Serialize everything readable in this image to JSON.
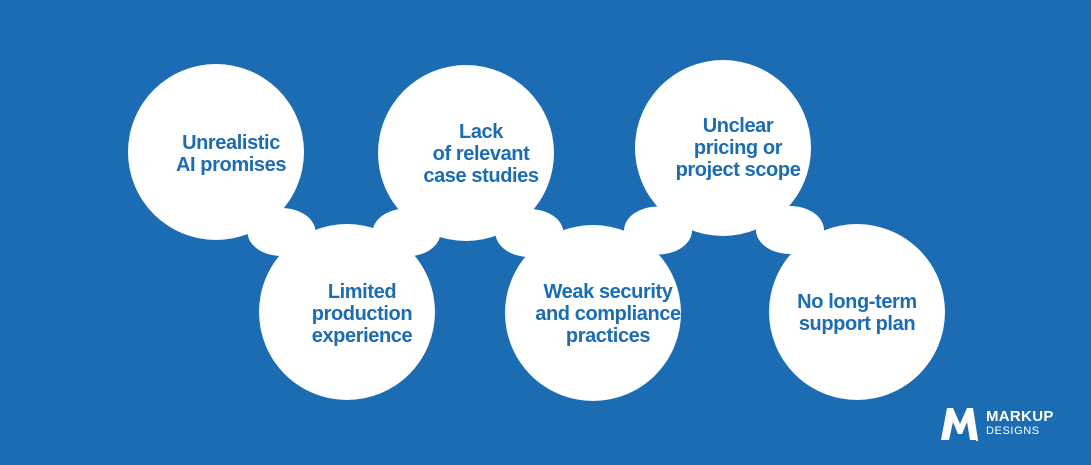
{
  "diagram": {
    "background_color": "#1b6cb3",
    "bubble_color": "#ffffff",
    "text_color": "#1b6cb3",
    "bubbles": [
      {
        "id": "unrealistic-ai-promises",
        "lines": [
          "Unrealistic",
          "AI promises"
        ]
      },
      {
        "id": "limited-production-experience",
        "lines": [
          "Limited",
          "production",
          "experience"
        ]
      },
      {
        "id": "lack-of-relevant-case-studies",
        "lines": [
          "Lack",
          "of relevant",
          "case studies"
        ]
      },
      {
        "id": "weak-security-compliance",
        "lines": [
          "Weak security",
          "and compliance",
          "practices"
        ]
      },
      {
        "id": "unclear-pricing-scope",
        "lines": [
          "Unclear",
          "pricing or",
          "project scope"
        ]
      },
      {
        "id": "no-long-term-support",
        "lines": [
          "No long-term",
          "support plan"
        ]
      }
    ]
  },
  "logo": {
    "icon": "markup-m-logo-icon",
    "name": "MARKUP",
    "tagline": "DESIGNS"
  }
}
